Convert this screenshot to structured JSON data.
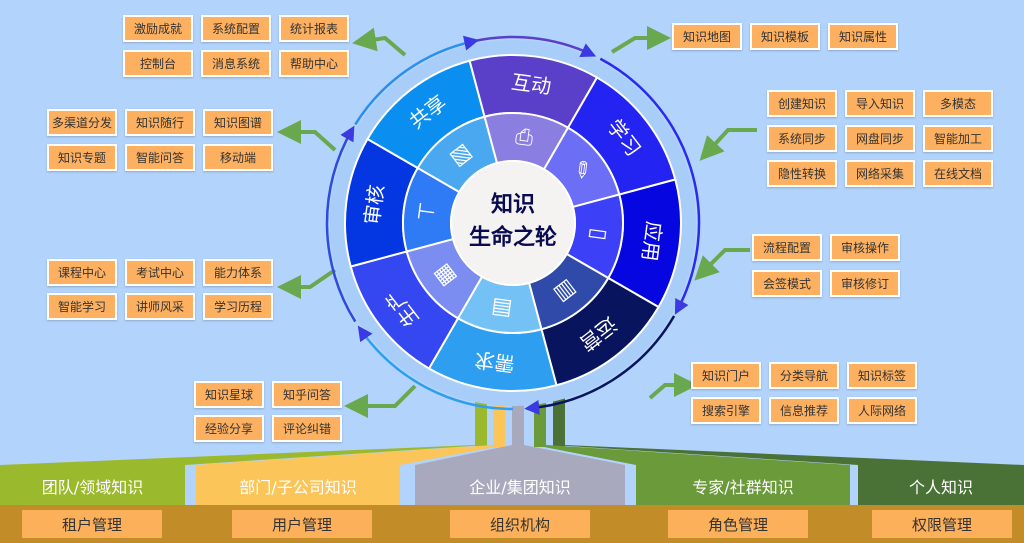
{
  "wheel": {
    "center_line1": "知识",
    "center_line2": "生命之轮",
    "segments": [
      {
        "label": "互动",
        "outer": "#5a3fc9",
        "inner": "#8a7ee0",
        "icon": "printer-icon"
      },
      {
        "label": "学习",
        "outer": "#2323f2",
        "inner": "#6c6ff5",
        "icon": "pencil-ruler-icon"
      },
      {
        "label": "应用",
        "outer": "#0606e0",
        "inner": "#3c40f6",
        "icon": "book-icon"
      },
      {
        "label": "运营",
        "outer": "#08155e",
        "inner": "#2f4aa8",
        "icon": "bar-chart-icon"
      },
      {
        "label": "需求",
        "outer": "#2e9ff0",
        "inner": "#73c1f5",
        "icon": "newspaper-icon"
      },
      {
        "label": "生产",
        "outer": "#3447f0",
        "inner": "#7b8df0",
        "icon": "document-icon"
      },
      {
        "label": "审核",
        "outer": "#0436e2",
        "inner": "#2f7af5",
        "icon": "approve-icon"
      },
      {
        "label": "共享",
        "outer": "#0a8ef0",
        "inner": "#4aa8f0",
        "icon": "file-share-icon"
      }
    ]
  },
  "groups": {
    "top_left": [
      "激励成就",
      "系统配置",
      "统计报表",
      "控制台",
      "消息系统",
      "帮助中心"
    ],
    "top_right": [
      "知识地图",
      "知识模板",
      "知识属性"
    ],
    "right_1": [
      "创建知识",
      "导入知识",
      "多模态",
      "系统同步",
      "网盘同步",
      "智能加工",
      "隐性转换",
      "网络采集",
      "在线文档"
    ],
    "left_1": [
      "多渠道分发",
      "知识随行",
      "知识图谱",
      "知识专题",
      "智能问答",
      "移动端"
    ],
    "right_2": [
      "流程配置",
      "审核操作",
      "会签模式",
      "审核修订"
    ],
    "left_2": [
      "课程中心",
      "考试中心",
      "能力体系",
      "智能学习",
      "讲师风采",
      "学习历程"
    ],
    "right_3": [
      "知识门户",
      "分类导航",
      "知识标签",
      "搜索引擎",
      "信息推荐",
      "人际网络"
    ],
    "bottom_left": [
      "知识星球",
      "知乎问答",
      "经验分享",
      "评论纠错"
    ]
  },
  "layers": [
    {
      "label": "团队/领域知识",
      "color": "#9bb92d"
    },
    {
      "label": "部门/子公司知识",
      "color": "#fcc55a"
    },
    {
      "label": "企业/集团知识",
      "color": "#a9a9bd"
    },
    {
      "label": "专家/社群知识",
      "color": "#6a9a3a"
    },
    {
      "label": "个人知识",
      "color": "#4a7236"
    }
  ],
  "management": [
    "租户管理",
    "用户管理",
    "组织机构",
    "角色管理",
    "权限管理"
  ]
}
